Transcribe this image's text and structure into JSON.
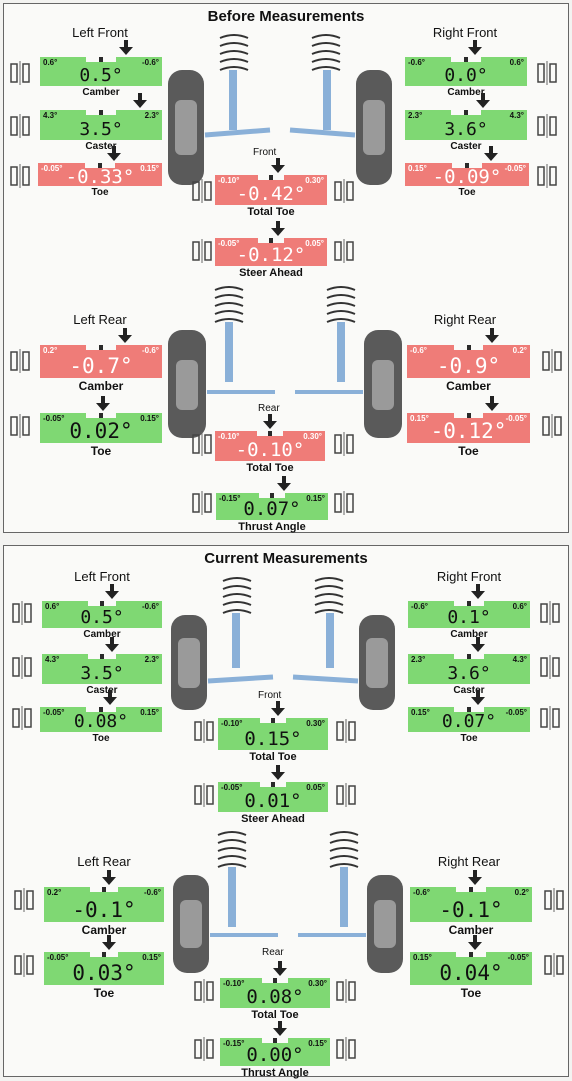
{
  "colors": {
    "green": "#7fd873",
    "red": "#ef7c78",
    "dark": "#222222"
  },
  "before": {
    "title": "Before Measurements",
    "front_label": "Front",
    "rear_label": "Rear",
    "left_front": "Left Front",
    "right_front": "Right Front",
    "left_rear": "Left Rear",
    "right_rear": "Right Rear",
    "gauges": [
      {
        "key": "b_lf_camber",
        "lo": "0.6°",
        "hi": "-0.6°",
        "value": "0.5°",
        "label": "Camber",
        "state": "green"
      },
      {
        "key": "b_lf_caster",
        "lo": "4.3°",
        "hi": "2.3°",
        "value": "3.5°",
        "label": "Caster",
        "state": "green"
      },
      {
        "key": "b_lf_toe",
        "lo": "-0.05°",
        "hi": "0.15°",
        "value": "-0.33°",
        "label": "Toe",
        "state": "red"
      },
      {
        "key": "b_rf_camber",
        "lo": "-0.6°",
        "hi": "0.6°",
        "value": "0.0°",
        "label": "Camber",
        "state": "green"
      },
      {
        "key": "b_rf_caster",
        "lo": "2.3°",
        "hi": "4.3°",
        "value": "3.6°",
        "label": "Caster",
        "state": "green"
      },
      {
        "key": "b_rf_toe",
        "lo": "0.15°",
        "hi": "-0.05°",
        "value": "-0.09°",
        "label": "Toe",
        "state": "red"
      },
      {
        "key": "b_total_toe",
        "lo": "-0.10°",
        "hi": "0.30°",
        "value": "-0.42°",
        "label": "Total Toe",
        "state": "red"
      },
      {
        "key": "b_steer_ahead",
        "lo": "-0.05°",
        "hi": "0.05°",
        "value": "-0.12°",
        "label": "Steer Ahead",
        "state": "red"
      },
      {
        "key": "b_lr_camber",
        "lo": "0.2°",
        "hi": "-0.6°",
        "value": "-0.7°",
        "label": "Camber",
        "state": "red"
      },
      {
        "key": "b_lr_toe",
        "lo": "-0.05°",
        "hi": "0.15°",
        "value": "0.02°",
        "label": "Toe",
        "state": "green"
      },
      {
        "key": "b_rr_camber",
        "lo": "-0.6°",
        "hi": "0.2°",
        "value": "-0.9°",
        "label": "Camber",
        "state": "red"
      },
      {
        "key": "b_rr_toe",
        "lo": "0.15°",
        "hi": "-0.05°",
        "value": "-0.12°",
        "label": "Toe",
        "state": "red"
      },
      {
        "key": "b_rear_total_toe",
        "lo": "-0.10°",
        "hi": "0.30°",
        "value": "-0.10°",
        "label": "Total Toe",
        "state": "red"
      },
      {
        "key": "b_thrust",
        "lo": "-0.15°",
        "hi": "0.15°",
        "value": "0.07°",
        "label": "Thrust Angle",
        "state": "green"
      }
    ]
  },
  "current": {
    "title": "Current Measurements",
    "front_label": "Front",
    "rear_label": "Rear",
    "left_front": "Left Front",
    "right_front": "Right Front",
    "left_rear": "Left Rear",
    "right_rear": "Right Rear",
    "gauges": [
      {
        "key": "c_lf_camber",
        "lo": "0.6°",
        "hi": "-0.6°",
        "value": "0.5°",
        "label": "Camber",
        "state": "green"
      },
      {
        "key": "c_lf_caster",
        "lo": "4.3°",
        "hi": "2.3°",
        "value": "3.5°",
        "label": "Caster",
        "state": "green"
      },
      {
        "key": "c_lf_toe",
        "lo": "-0.05°",
        "hi": "0.15°",
        "value": "0.08°",
        "label": "Toe",
        "state": "green"
      },
      {
        "key": "c_rf_camber",
        "lo": "-0.6°",
        "hi": "0.6°",
        "value": "0.1°",
        "label": "Camber",
        "state": "green"
      },
      {
        "key": "c_rf_caster",
        "lo": "2.3°",
        "hi": "4.3°",
        "value": "3.6°",
        "label": "Caster",
        "state": "green"
      },
      {
        "key": "c_rf_toe",
        "lo": "0.15°",
        "hi": "-0.05°",
        "value": "0.07°",
        "label": "Toe",
        "state": "green"
      },
      {
        "key": "c_total_toe",
        "lo": "-0.10°",
        "hi": "0.30°",
        "value": "0.15°",
        "label": "Total Toe",
        "state": "green"
      },
      {
        "key": "c_steer_ahead",
        "lo": "-0.05°",
        "hi": "0.05°",
        "value": "0.01°",
        "label": "Steer Ahead",
        "state": "green"
      },
      {
        "key": "c_lr_camber",
        "lo": "0.2°",
        "hi": "-0.6°",
        "value": "-0.1°",
        "label": "Camber",
        "state": "green"
      },
      {
        "key": "c_lr_toe",
        "lo": "-0.05°",
        "hi": "0.15°",
        "value": "0.03°",
        "label": "Toe",
        "state": "green"
      },
      {
        "key": "c_rr_camber",
        "lo": "-0.6°",
        "hi": "0.2°",
        "value": "-0.1°",
        "label": "Camber",
        "state": "green"
      },
      {
        "key": "c_rr_toe",
        "lo": "0.15°",
        "hi": "-0.05°",
        "value": "0.04°",
        "label": "Toe",
        "state": "green"
      },
      {
        "key": "c_rear_total_toe",
        "lo": "-0.10°",
        "hi": "0.30°",
        "value": "0.08°",
        "label": "Total Toe",
        "state": "green"
      },
      {
        "key": "c_thrust",
        "lo": "-0.15°",
        "hi": "0.15°",
        "value": "0.00°",
        "label": "Thrust Angle",
        "state": "green"
      }
    ]
  }
}
